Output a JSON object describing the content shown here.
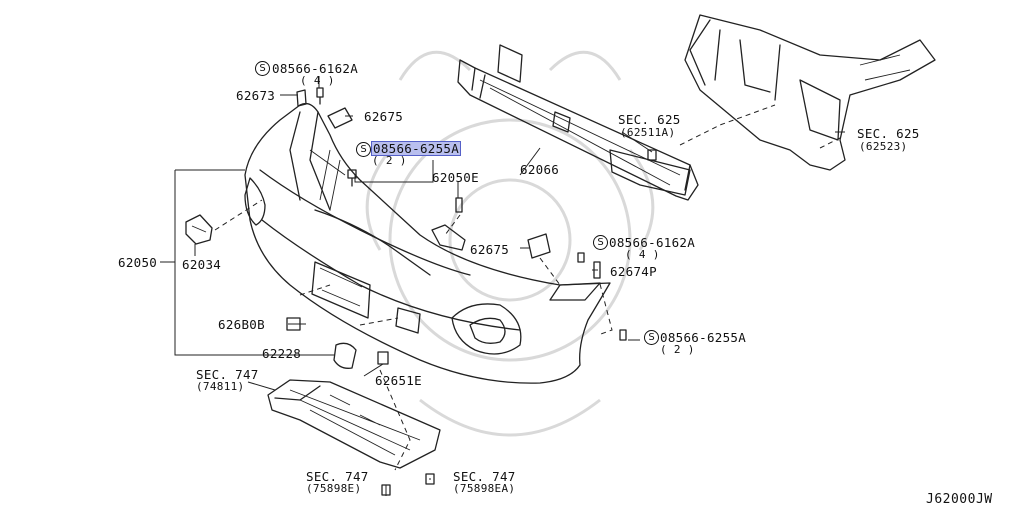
{
  "diagram_code": "J62000JW",
  "symbol_s": "S",
  "labels": {
    "bolt_6162a_top": "08566-6162A",
    "bolt_6162a_top_qty": "( 4 )",
    "p62673": "62673",
    "p62675_top": "62675",
    "bolt_6255a_top": "08566-6255A",
    "bolt_6255a_top_qty": "( 2 )",
    "p62050e": "62050E",
    "p62066": "62066",
    "sec625_a": "SEC. 625",
    "sec625_a_ref": "(62511A)",
    "sec625_b": "SEC. 625",
    "sec625_b_ref": "(62523)",
    "p62050": "62050",
    "p62034": "62034",
    "p62675_mid": "62675",
    "bolt_6162a_mid": "08566-6162A",
    "bolt_6162a_mid_qty": "( 4 )",
    "p62674p": "62674P",
    "p626b0b": "626B0B",
    "p62228": "62228",
    "p62651e": "62651E",
    "bolt_6255a_low": "08566-6255A",
    "bolt_6255a_low_qty": "( 2 )",
    "sec747_a": "SEC. 747",
    "sec747_a_ref": "(74811)",
    "sec747_b": "SEC. 747",
    "sec747_b_ref": "(75898E)",
    "sec747_c": "SEC. 747",
    "sec747_c_ref": "(75898EA)"
  }
}
